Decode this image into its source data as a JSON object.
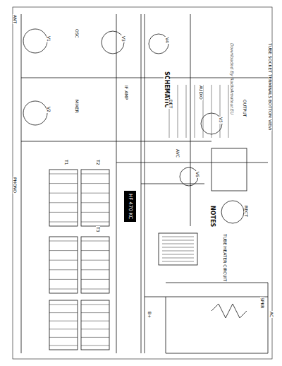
{
  "diagram": {
    "nodes": [
      {
        "text": [
          "HF 470 KC"
        ]
      }
    ],
    "edges": [],
    "labels": [
      "SCHEMATIC",
      "TUBE SOCKET TERMINALS BOTTOM VIEW",
      "Downloaded By RadioAmateur.EU",
      "NOTES",
      "TUBE HEATER CIRCUIT",
      "ANT",
      "OSC",
      "MIXER",
      "IF AMP",
      "DET",
      "AVC",
      "AUDIO",
      "OUTPUT",
      "RECT",
      "B+",
      "AC",
      "V1",
      "V2",
      "V3",
      "V4",
      "V5",
      "V6",
      "T1",
      "T2",
      "T3",
      "SPKR",
      "PHONO"
    ]
  }
}
